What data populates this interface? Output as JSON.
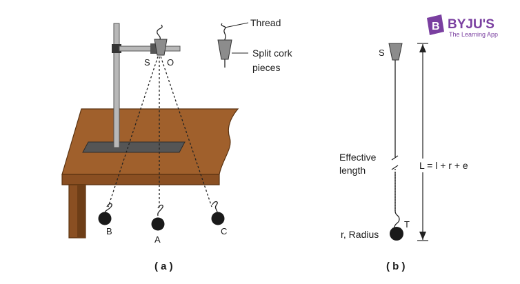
{
  "brand": {
    "logo_letter": "B",
    "name": "BYJU'S",
    "tagline": "The Learning App",
    "color": "#7a3fa0"
  },
  "figure_a": {
    "caption": "( a )",
    "label_s": "S",
    "label_o": "O",
    "label_a": "A",
    "label_b": "B",
    "label_c": "C",
    "thread_label": "Thread",
    "cork_label_line1": "Split cork",
    "cork_label_line2": "pieces",
    "table_color": "#a0602c",
    "table_dark_color": "#6e3e17"
  },
  "figure_b": {
    "caption": "( b )",
    "label_s": "S",
    "label_t": "T",
    "effective_line1": "Effective",
    "effective_line2": "length",
    "length_formula": "L = l + r + e",
    "radius_label": "r, Radius"
  }
}
